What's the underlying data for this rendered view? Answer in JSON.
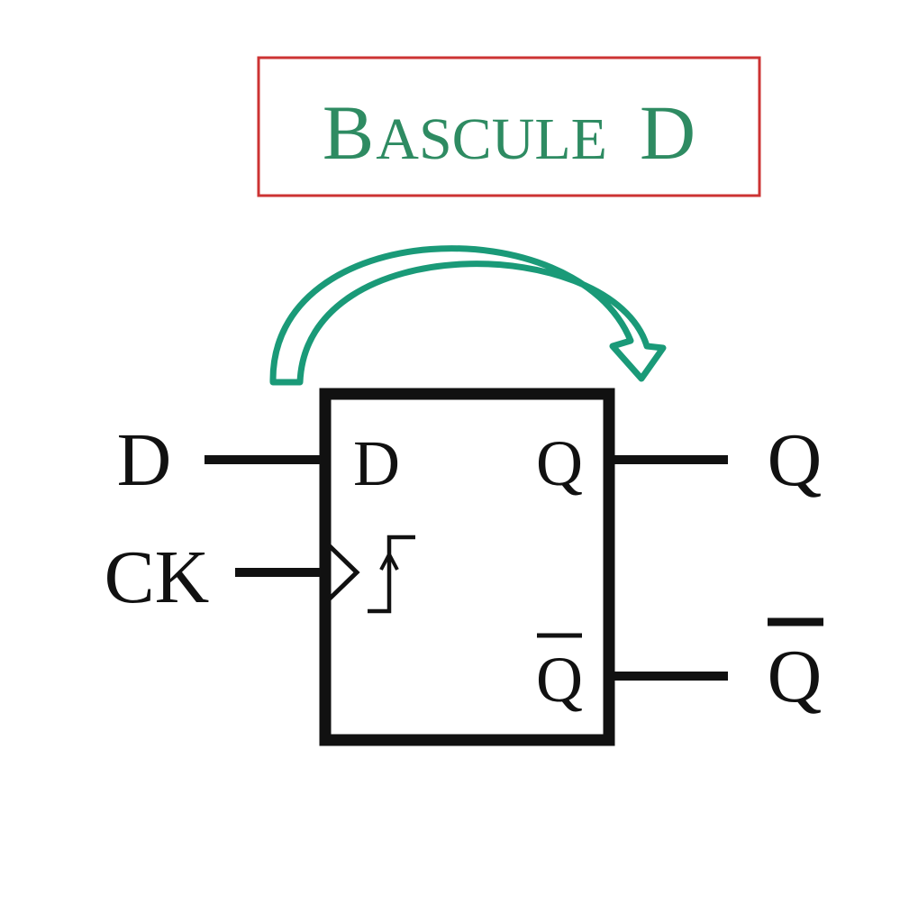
{
  "title": {
    "first_letter": "B",
    "rest": "ASCULE",
    "suffix": "D"
  },
  "inputs": {
    "d_external": "D",
    "ck_external": "CK"
  },
  "block_pins": {
    "d_pin": "D",
    "q_pin": "Q",
    "qbar_pin": "Q"
  },
  "outputs": {
    "q_external": "Q",
    "qbar_external": "Q"
  },
  "icons": {
    "transfer_arrow": "curved-arrow-icon",
    "clock_edge": "rising-edge-icon",
    "clock_input": "clock-triangle-icon"
  },
  "colors": {
    "title_text": "#2e8b62",
    "title_border": "#cc3333",
    "arrow": "#1a9a78",
    "lines": "#111111"
  }
}
